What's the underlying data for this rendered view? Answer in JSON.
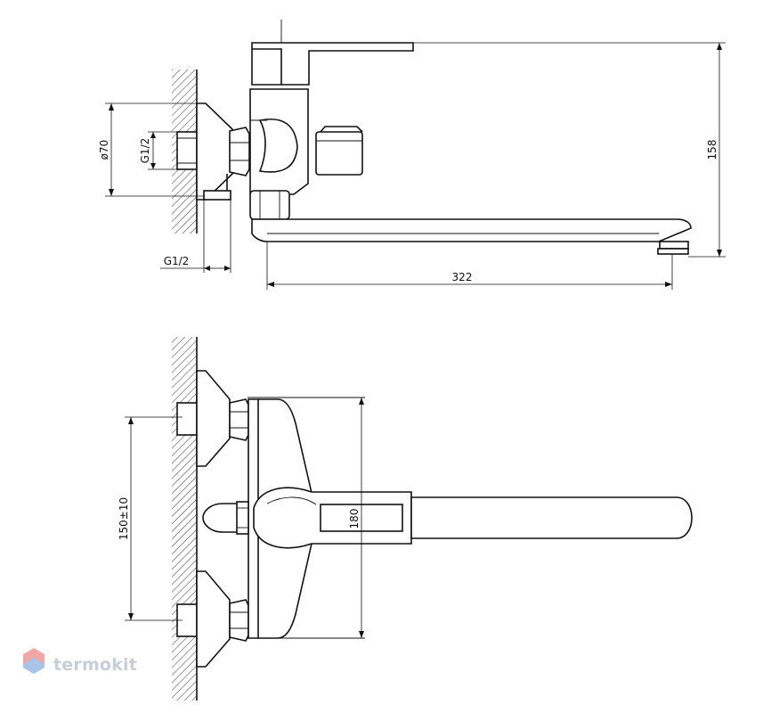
{
  "side_view": {
    "dimensions": {
      "diameter": "ø70",
      "inlet_thread": "G1/2",
      "wall_thread": "G1/2",
      "height": "158",
      "spout_length": "322"
    }
  },
  "front_view": {
    "dimensions": {
      "inlet_spacing": "150±10",
      "body_height": "180"
    }
  },
  "watermark": {
    "brand": "termokit",
    "icon": "hexagon-logo-icon",
    "color": "#c7ced6"
  }
}
